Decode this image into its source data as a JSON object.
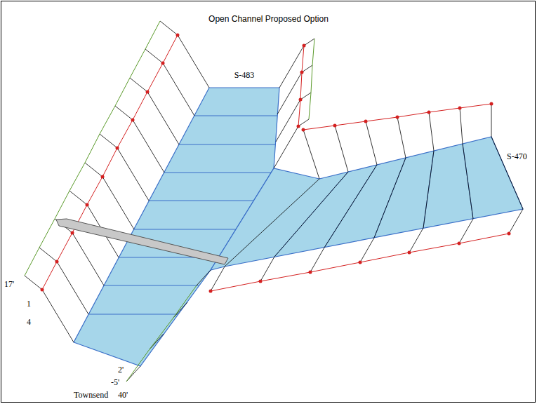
{
  "diagram": {
    "title": "Open Channel Proposed Option",
    "labels": [
      "S-483",
      "S-470",
      "17'",
      "1",
      "4",
      "2'",
      "-5'",
      "40'",
      "Townsend"
    ]
  }
}
